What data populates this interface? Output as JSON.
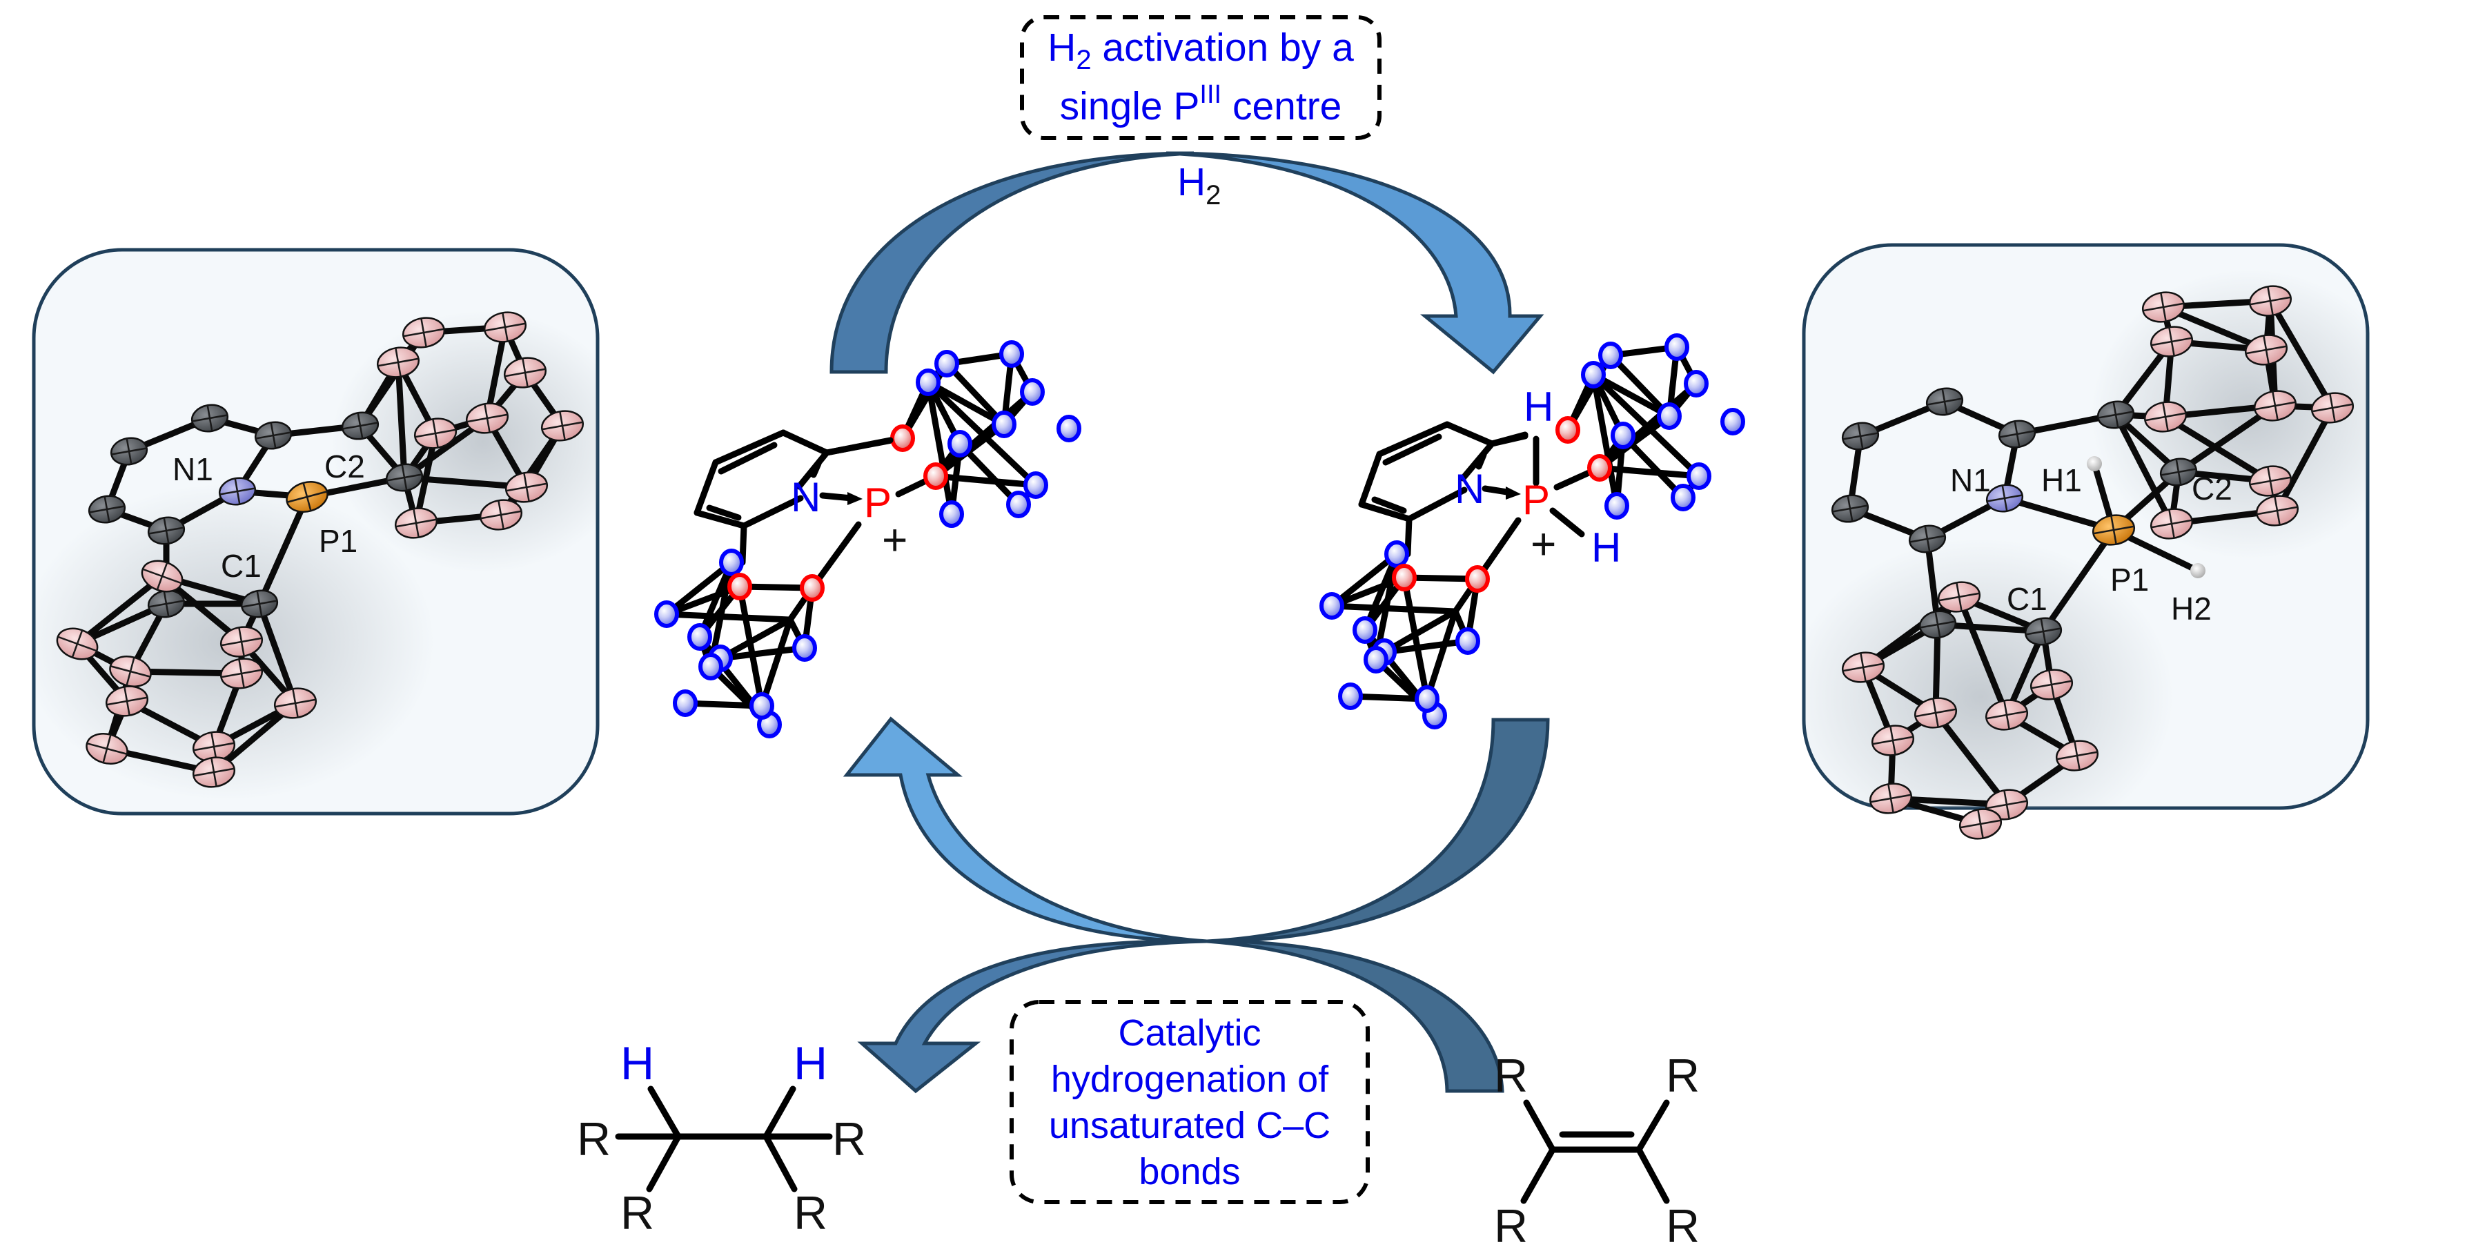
{
  "figure": {
    "type": "catalytic-cycle-scheme",
    "colors": {
      "label_text": "#0000ee",
      "phosphorus": "#ff0000",
      "arrow_dark": "#4a7baa",
      "arrow_light": "#5b9bd5",
      "arrow_outline": "#20405c",
      "panel_border": "#1f3f5a",
      "panel_fill": "#f4f8fb",
      "boron_atom": "#3f4de8",
      "carbon_cage_atom": "#ff3030",
      "ortep_carbon": "#5a5e63",
      "ortep_boron": "#e9b3b5",
      "ortep_nitrogen": "#8d8fd8",
      "ortep_phosphorus": "#e8941c",
      "ortep_hydrogen": "#d8d8d8"
    }
  },
  "top_callout": {
    "line1_main": "H",
    "line1_sub": "2",
    "line1_rest": " activation by a",
    "line2_main": "single P",
    "line2_sup": "III",
    "line2_rest": " centre"
  },
  "reagent": {
    "main": "H",
    "sub": "2"
  },
  "bottom_callout": {
    "lines": [
      "Catalytic",
      "hydrogenation of",
      "unsaturated C–C",
      "bonds"
    ]
  },
  "left_structure": {
    "N": "N",
    "P": "P",
    "charge": "+"
  },
  "right_structure": {
    "N": "N",
    "P": "P",
    "charge": "+",
    "H_top": "H",
    "H_right": "H"
  },
  "left_crystal": {
    "labels": {
      "N1": "N1",
      "C2": "C2",
      "P1": "P1",
      "C1": "C1"
    }
  },
  "right_crystal": {
    "labels": {
      "N1": "N1",
      "H1": "H1",
      "C2": "C2",
      "P1": "P1",
      "C1": "C1",
      "H2": "H2"
    }
  },
  "product": {
    "H_left": "H",
    "H_right": "H",
    "R_left": "R",
    "R_right": "R",
    "R_bottom_left": "R",
    "R_bottom_right": "R"
  },
  "substrate": {
    "R_top_left": "R",
    "R_top_right": "R",
    "R_bottom_left": "R",
    "R_bottom_right": "R"
  }
}
